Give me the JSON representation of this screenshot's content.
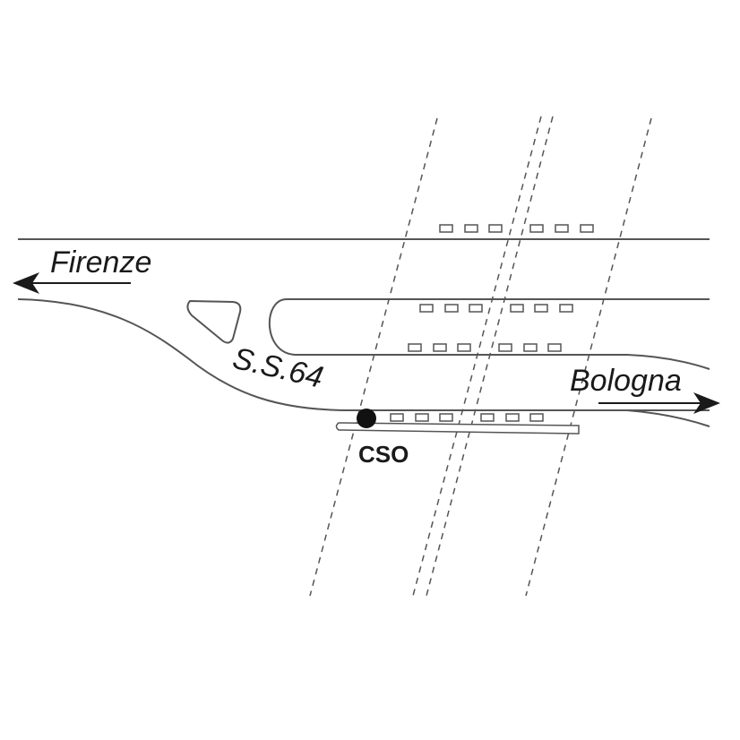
{
  "labels": {
    "west_destination": "Firenze",
    "east_destination": "Bologna",
    "road_name": "S.S.64",
    "station": "CSO"
  },
  "colors": {
    "line": "#555555",
    "ink": "#1a1a1a",
    "background": "#ffffff"
  }
}
